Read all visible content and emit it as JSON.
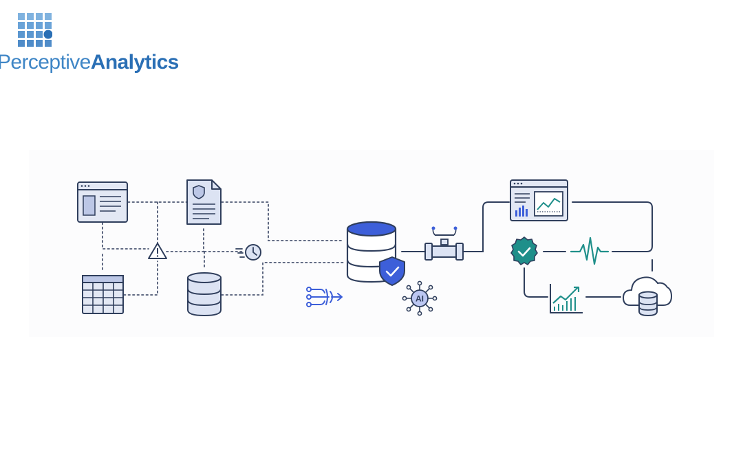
{
  "brand": {
    "name_part1": "Perceptive",
    "name_part2": "Analytics"
  },
  "diagram": {
    "ai_label": "AI"
  },
  "colors": {
    "brand_light": "#6fa8dc",
    "brand_dark": "#2a6fb5",
    "navy": "#2f3e5c",
    "blue_fill": "#dce3f3",
    "accent_blue": "#3d5fd9",
    "teal": "#1f8f8a"
  }
}
